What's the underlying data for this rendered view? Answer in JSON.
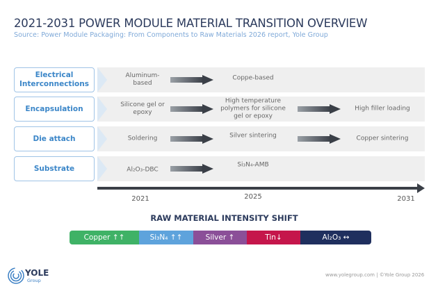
{
  "title": "2021-2031 POWER MODULE MATERIAL TRANSITION OVERVIEW",
  "subtitle": "Source: Power Module Packaging: From Components to Raw Materials 2026 report, Yole Group",
  "rows": [
    {
      "label": "Electrical Interconnections",
      "stages": [
        "Aluminum-\nbased",
        "Coppe-based"
      ]
    },
    {
      "label": "Encapsulation",
      "stages": [
        "Silicone gel or\nepoxy",
        "High temperature\npolymers for silicone\ngel or epoxy",
        "High filler loading"
      ]
    },
    {
      "label": "Die attach",
      "stages": [
        "Soldering",
        "Silver sintering",
        "Copper sintering"
      ]
    },
    {
      "label": "Substrate",
      "stages": [
        "Al₂O₃-DBC",
        "Si₃N₄-AMB"
      ]
    }
  ],
  "timeline": {
    "years": [
      "2021",
      "2025",
      "2031"
    ]
  },
  "intensity": {
    "heading": "RAW MATERIAL INTENSITY SHIFT",
    "items": [
      {
        "label": "Copper ↑↑",
        "color": "#3fb266"
      },
      {
        "label": "Si₃N₄ ↑↑",
        "color": "#5ea3dc"
      },
      {
        "label": "Silver ↑",
        "color": "#8b4f98"
      },
      {
        "label": "Tin↓",
        "color": "#c5164b"
      },
      {
        "label": "Al₂O₃ ↔",
        "color": "#1f2f5e"
      }
    ]
  },
  "logo": {
    "name": "YOLE",
    "sub": "Group"
  },
  "footer": "www.yolegroup.com | ©Yole Group 2026"
}
